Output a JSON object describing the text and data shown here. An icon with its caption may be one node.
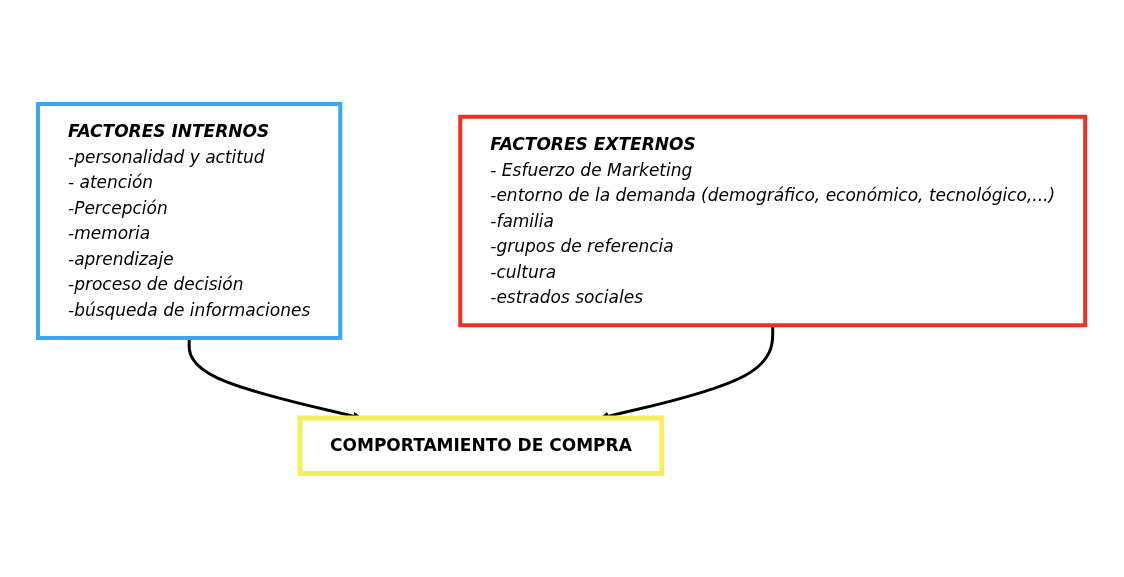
{
  "diagram": {
    "nodes": [
      {
        "text": [
          "FACTORES INTERNOS",
          "-personalidad y actitud",
          "- atención",
          "-Percepción",
          "-memoria",
          "-aprendizaje",
          "-proceso de decisión",
          "-búsqueda de informaciones"
        ]
      },
      {
        "text": [
          "FACTORES EXTERNOS",
          "- Esfuerzo de Marketing",
          "-entorno de la demanda (demográfico, económico, tecnológico,...)",
          "-familia",
          "-grupos de referencia",
          "-cultura",
          "-estrados sociales"
        ]
      },
      {
        "text": [
          "COMPORTAMIENTO DE COMPRA"
        ]
      }
    ],
    "edges": [
      {
        "from": 0,
        "to": 2,
        "arrow": "to"
      },
      {
        "from": 1,
        "to": 2,
        "arrow": "to"
      }
    ]
  }
}
